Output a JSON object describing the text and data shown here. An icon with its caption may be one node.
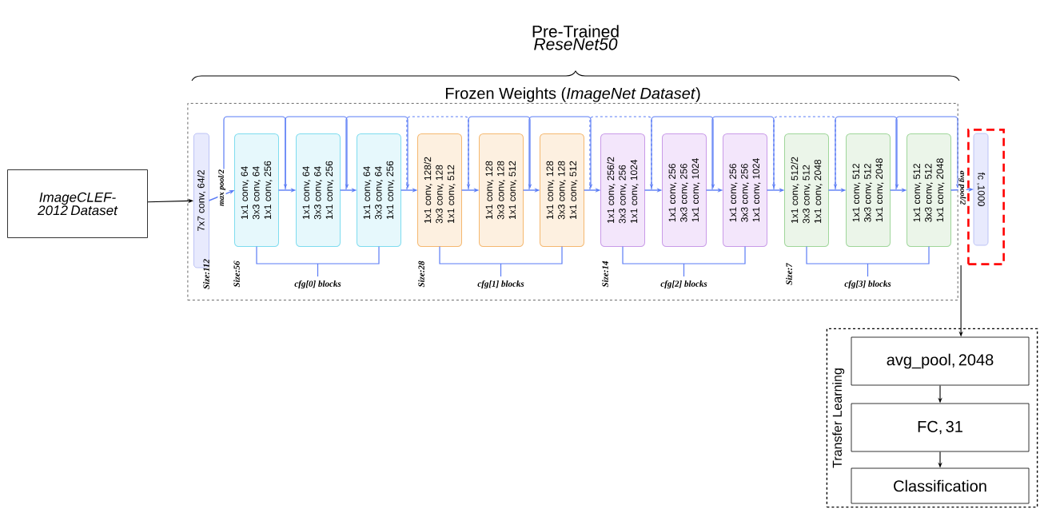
{
  "diagram": {
    "title": "Pre-Trained *ReseNet50*",
    "nodes": [
      {
        "text": [
          "ImageCLEF-2012 Dataset"
        ]
      },
      {
        "text": [
          "Frozen Weights (*ImageNet Dataset*)"
        ]
      },
      {
        "text": [
          "7x7 conv, 64/2"
        ],
        "in": 1
      },
      {
        "text": [
          "1x1 conv, 64",
          "3x3 conv, 64",
          "1x1 conv, 256"
        ],
        "in": 1
      },
      {
        "text": [
          "1x1 conv, 64",
          "3x3 conv, 64",
          "1x1 conv, 256"
        ],
        "in": 1
      },
      {
        "text": [
          "1x1 conv, 64",
          "3x3 conv, 64",
          "1x1 conv, 256"
        ],
        "in": 1
      },
      {
        "text": [
          "1x1 conv, 128/2",
          "3x3 conv, 128",
          "1x1 conv, 512"
        ],
        "in": 1
      },
      {
        "text": [
          "1x1 conv, 128",
          "3x3 conv, 128",
          "1x1 conv, 512"
        ],
        "in": 1
      },
      {
        "text": [
          "1x1 conv, 128",
          "3x3 conv, 128",
          "1x1 conv, 512"
        ],
        "in": 1
      },
      {
        "text": [
          "1x1 conv, 256/2",
          "3x3 conv, 256",
          "1x1 conv, 1024"
        ],
        "in": 1
      },
      {
        "text": [
          "1x1 conv, 256",
          "3x3 conv, 256",
          "1x1 conv, 1024"
        ],
        "in": 1
      },
      {
        "text": [
          "1x1 conv, 256",
          "3x3 conv, 256",
          "1x1 conv, 1024"
        ],
        "in": 1
      },
      {
        "text": [
          "1x1 conv, 512/2",
          "3x3 conv, 512",
          "1x1 conv, 2048"
        ],
        "in": 1
      },
      {
        "text": [
          "1x1 conv, 512",
          "3x3 conv, 512",
          "1x1 conv, 2048"
        ],
        "in": 1
      },
      {
        "text": [
          "1x1 conv, 512",
          "3x3 conv, 512",
          "1x1 conv, 2048"
        ],
        "in": 1
      },
      {
        "text": [],
        "shape": "box"
      },
      {
        "text": [
          "fc ,1000"
        ],
        "in": 15
      },
      {
        "text": [
          "Transfer Learning"
        ]
      },
      {
        "text": [
          "avg_pool, 2048"
        ],
        "in": 17
      },
      {
        "text": [
          "FC, 31"
        ],
        "in": 17
      },
      {
        "text": [
          "Classification"
        ],
        "in": 17
      }
    ],
    "edges": [
      {
        "from": 0,
        "to": 2,
        "arrow": "to",
        "color": "#000000"
      },
      {
        "from": 2,
        "to": 3,
        "arrow": "to",
        "label": "max pool/2"
      },
      {
        "from": 3,
        "to": 4,
        "arrow": "to"
      },
      {
        "from": 4,
        "to": 5,
        "arrow": "to"
      },
      {
        "from": 5,
        "to": 6,
        "arrow": "to"
      },
      {
        "from": 6,
        "to": 7,
        "arrow": "to"
      },
      {
        "from": 7,
        "to": 8,
        "arrow": "to"
      },
      {
        "from": 8,
        "to": 9,
        "arrow": "to"
      },
      {
        "from": 9,
        "to": 10,
        "arrow": "to"
      },
      {
        "from": 10,
        "to": 11,
        "arrow": "to"
      },
      {
        "from": 11,
        "to": 12,
        "arrow": "to"
      },
      {
        "from": 12,
        "to": 13,
        "arrow": "to"
      },
      {
        "from": 13,
        "to": 14,
        "arrow": "to"
      },
      {
        "from": 14,
        "to": 16,
        "arrow": "to",
        "label": "avg pool/2"
      },
      {
        "from": 15,
        "to": 18,
        "arrow": "to",
        "color": "#000000"
      },
      {
        "from": 18,
        "to": 19,
        "arrow": "to",
        "color": "#000000"
      },
      {
        "from": 19,
        "to": 20,
        "arrow": "to",
        "color": "#000000"
      }
    ],
    "labels": [
      "Size:112",
      "Size:56",
      "cfg[0] blocks",
      "Size:28",
      "cfg[1] blocks",
      "Size:14",
      "cfg[2] blocks",
      "Size:7",
      "cfg[3] blocks"
    ]
  }
}
